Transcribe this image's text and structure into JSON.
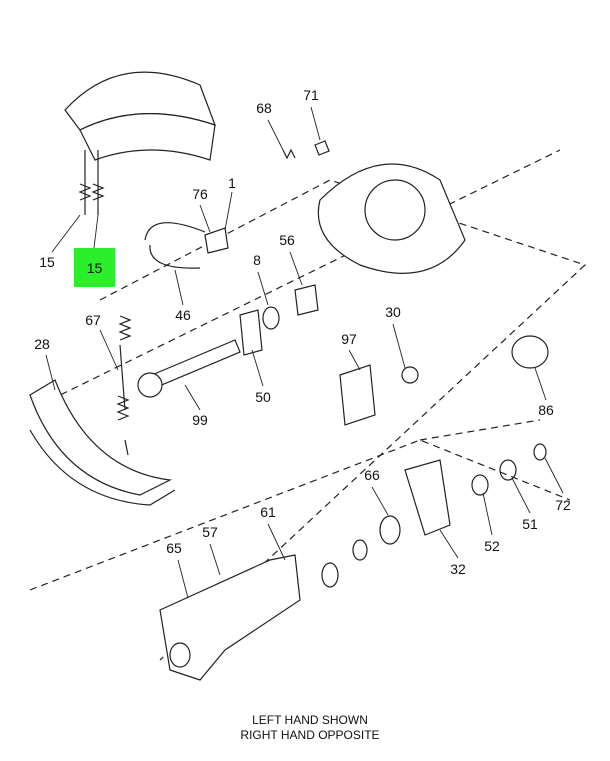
{
  "diagram": {
    "highlighted_callout": "15",
    "highlight_color": "#2bef2b",
    "callouts": [
      "15",
      "67",
      "28",
      "99",
      "46",
      "76",
      "1",
      "68",
      "71",
      "8",
      "56",
      "50",
      "97",
      "30",
      "86",
      "66",
      "72",
      "52",
      "51",
      "32",
      "61",
      "57",
      "65"
    ],
    "caption_line1": "LEFT HAND SHOWN",
    "caption_line2": "RIGHT HAND OPPOSITE"
  }
}
